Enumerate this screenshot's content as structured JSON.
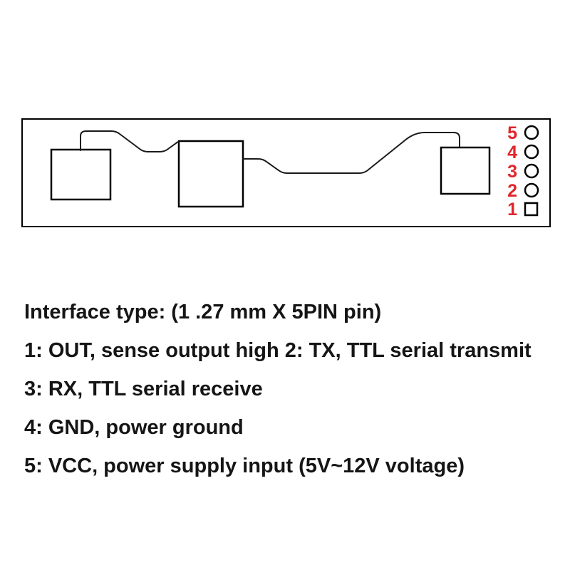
{
  "diagram": {
    "pin_color": "#e0252b",
    "trace_color": "#1a1a1a",
    "outline_color": "#000000",
    "pins": [
      {
        "number": "5",
        "marker": "circle"
      },
      {
        "number": "4",
        "marker": "circle"
      },
      {
        "number": "3",
        "marker": "circle"
      },
      {
        "number": "2",
        "marker": "circle"
      },
      {
        "number": "1",
        "marker": "square"
      }
    ]
  },
  "spec": {
    "interface_line": "Interface type: (1 .27 mm X 5PIN pin)",
    "pin_lines": [
      "1: OUT, sense output high 2: TX, TTL serial transmit",
      "3: RX, TTL serial receive",
      "4: GND, power ground",
      "5: VCC, power supply input (5V~12V voltage)"
    ]
  }
}
